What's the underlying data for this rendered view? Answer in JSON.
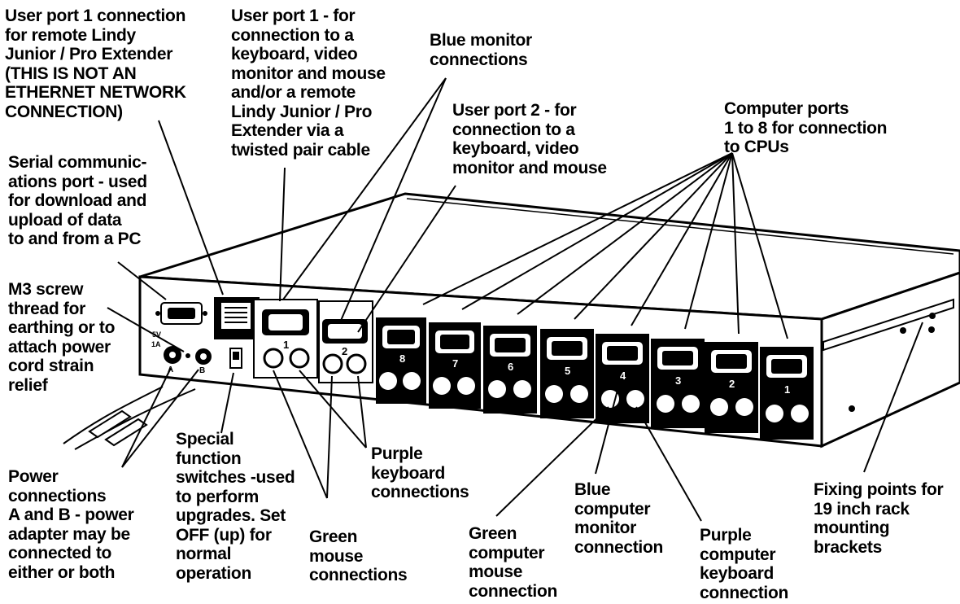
{
  "labels": {
    "user_port1_remote": "User port 1 connection\nfor remote Lindy\nJunior / Pro Extender\n(THIS IS NOT AN\nETHERNET NETWORK\nCONNECTION)",
    "user_port1": "User port 1 - for\nconnection to a\nkeyboard, video\nmonitor and mouse\nand/or a remote\nLindy Junior / Pro\nExtender via a\ntwisted pair cable",
    "blue_monitor": "Blue monitor\nconnections",
    "user_port2": "User port 2 - for\nconnection to a\nkeyboard, video\nmonitor and mouse",
    "computer_ports": "Computer ports\n1 to 8 for connection\nto CPUs",
    "serial_port": "Serial communic-\nations port - used\nfor download and\nupload of data\nto and from a PC",
    "m3_screw": "M3 screw\nthread for\nearthing or to\nattach power\ncord strain\nrelief",
    "power": "Power\nconnections\nA and B - power\nadapter may be\nconnected to\neither or both",
    "special_switches": "Special\nfunction\nswitches -used\nto perform\nupgrades. Set\nOFF (up) for\nnormal\noperation",
    "green_mouse": "Green\nmouse\nconnections",
    "purple_keyboard": "Purple\nkeyboard\nconnections",
    "green_computer_mouse": "Green\ncomputer\nmouse\nconnection",
    "blue_computer_monitor": "Blue\ncomputer\nmonitor\nconnection",
    "purple_computer_keyboard": "Purple\ncomputer\nkeyboard\nconnection",
    "fixing_points": "Fixing points for\n19 inch rack\nmounting\nbrackets"
  },
  "device": {
    "port_numbers": [
      "8",
      "7",
      "6",
      "5",
      "4",
      "3",
      "2",
      "1"
    ],
    "user_port_numbers": [
      "1",
      "2"
    ],
    "power_rating_v": "5V",
    "power_rating_a": "1A",
    "power_a": "A",
    "power_b": "B"
  }
}
